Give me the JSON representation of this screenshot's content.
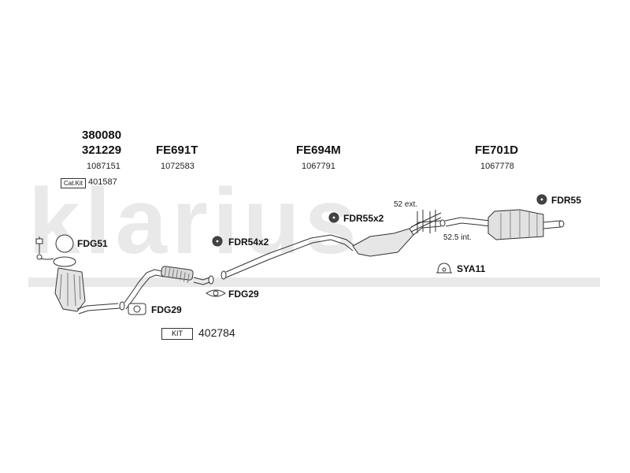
{
  "watermark": "klarius",
  "catalyst": {
    "code_1": "380080",
    "code_2": "321229",
    "ref": "1087151",
    "catkit_badge": "Cat.Kit",
    "catkit_number": "401587"
  },
  "front_pipe": {
    "code": "FE691T",
    "ref": "1072583"
  },
  "center_section": {
    "code": "FE694M",
    "ref": "1067791"
  },
  "rear_silencer": {
    "code": "FE701D",
    "ref": "1067778"
  },
  "fittings": {
    "fdg51": "FDG51",
    "fdg29_lower": "FDG29",
    "fdg29_mid": "FDG29",
    "fdr54x2": "FDR54x2",
    "fdr55x2": "FDR55x2",
    "fdr55": "FDR55",
    "sya11": "SYA11"
  },
  "cut_notes": {
    "ext": "52 ext.",
    "int": "52.5 int."
  },
  "kit": {
    "badge": "KIT",
    "number": "402784"
  }
}
